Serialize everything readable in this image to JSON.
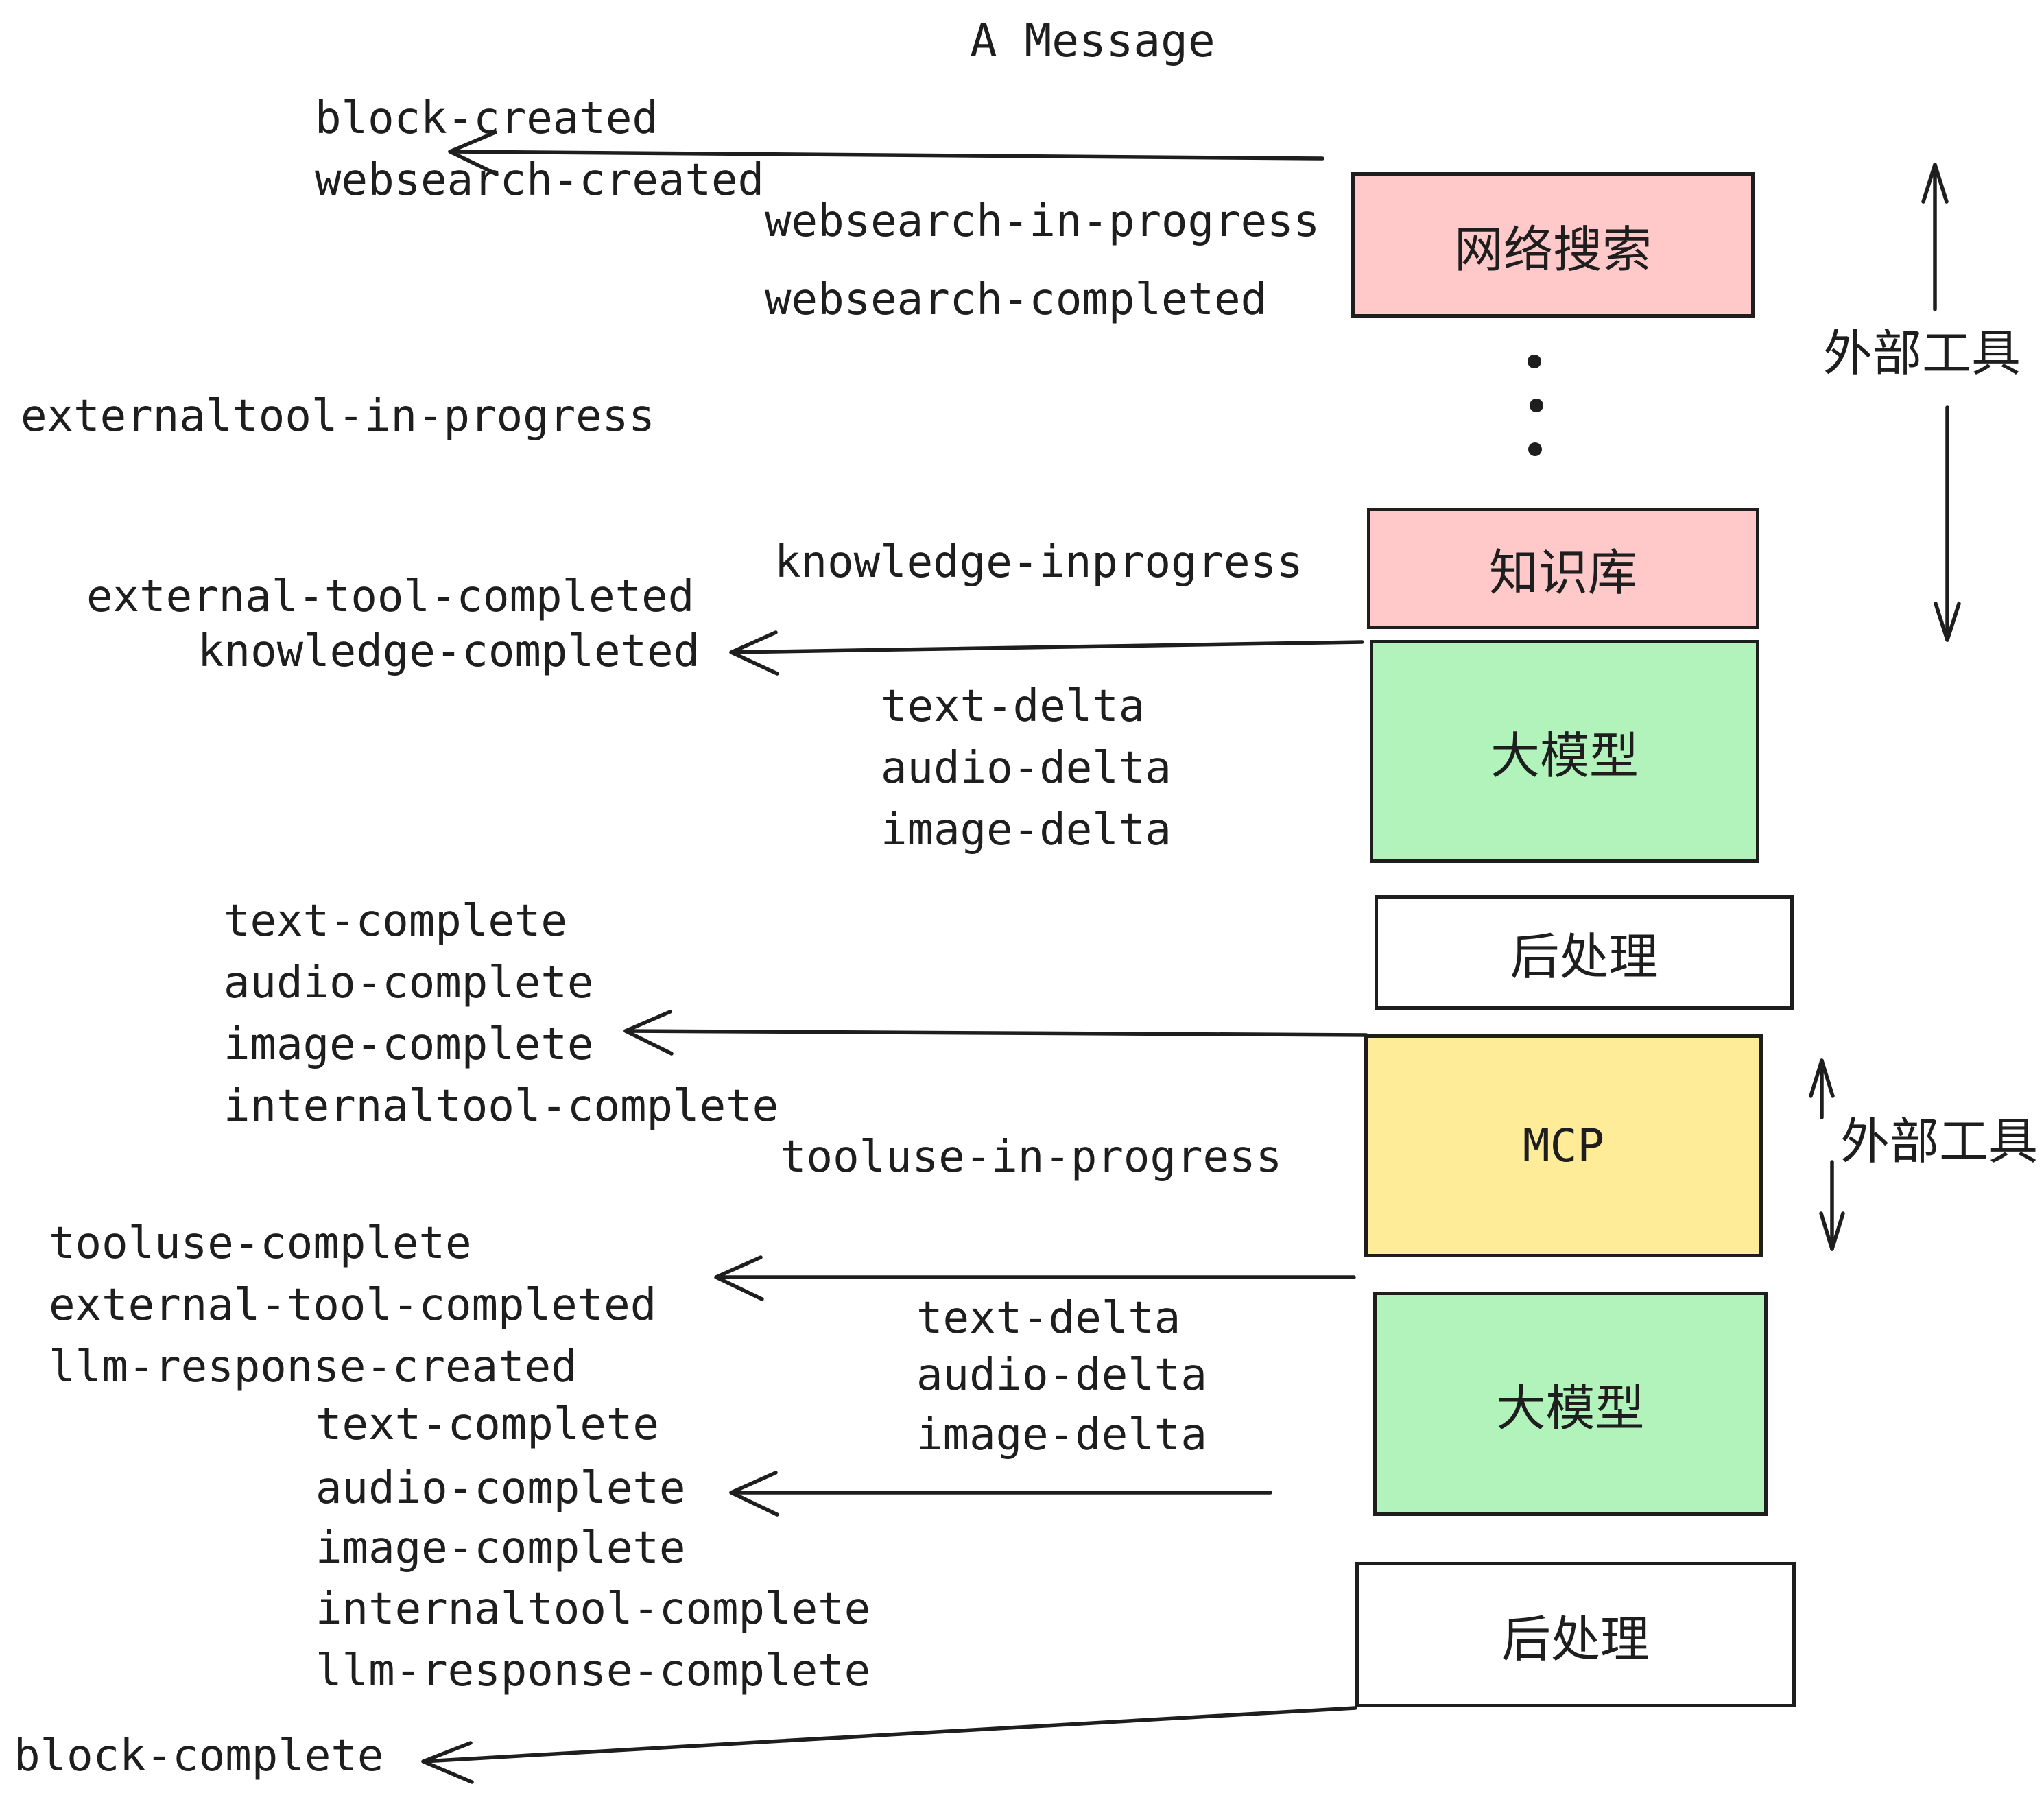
{
  "title": "A Message",
  "colors": {
    "box_pink": "#ffc9c9",
    "box_green": "#b2f2bb",
    "box_yellow": "#ffec99",
    "box_white": "#ffffff",
    "stroke": "#1e1e1e"
  },
  "boxes": {
    "websearch": "网络搜索",
    "knowledge": "知识库",
    "llm1": "大模型",
    "post1": "后处理",
    "mcp": "MCP",
    "llm2": "大模型",
    "post2": "后处理"
  },
  "side_labels": {
    "top": "外部工具",
    "bottom": "外部工具"
  },
  "events": {
    "block_created": "block-created",
    "websearch_created": "websearch-created",
    "websearch_in_progress": "websearch-in-progress",
    "websearch_completed": "websearch-completed",
    "externaltool_in_progress": "externaltool-in-progress",
    "knowledge_inprogress": "knowledge-inprogress",
    "external_tool_completed_1": "external-tool-completed",
    "knowledge_completed": "knowledge-completed",
    "text_delta_1": "text-delta",
    "audio_delta_1": "audio-delta",
    "image_delta_1": "image-delta",
    "text_complete_1": "text-complete",
    "audio_complete_1": "audio-complete",
    "image_complete_1": "image-complete",
    "internaltool_complete_1": "internaltool-complete",
    "tooluse_in_progress": "tooluse-in-progress",
    "tooluse_complete": "tooluse-complete",
    "external_tool_completed_2": "external-tool-completed",
    "llm_response_created": "llm-response-created",
    "text_delta_2": "text-delta",
    "audio_delta_2": "audio-delta",
    "image_delta_2": "image-delta",
    "text_complete_2": "text-complete",
    "audio_complete_2": "audio-complete",
    "image_complete_2": "image-complete",
    "internaltool_complete_2": "internaltool-complete",
    "llm_response_complete": "llm-response-complete",
    "block_complete": "block-complete"
  }
}
